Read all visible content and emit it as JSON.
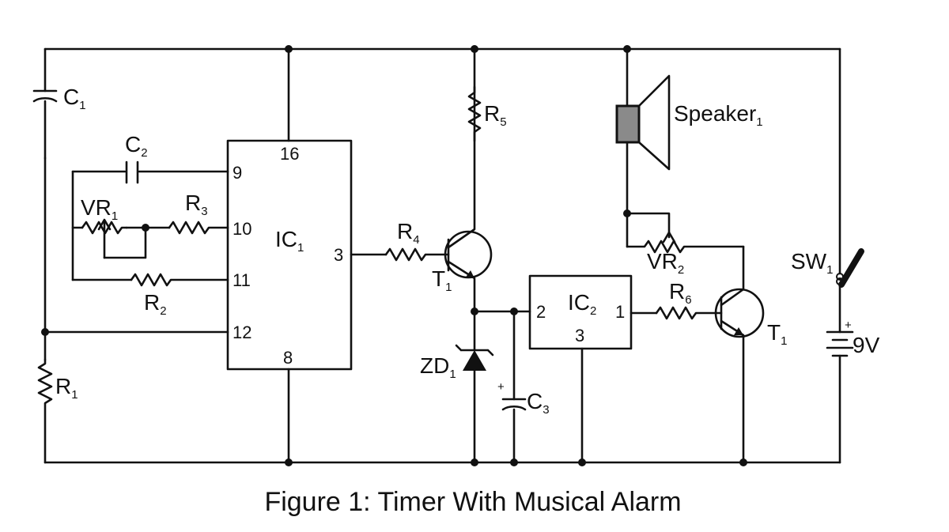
{
  "figure": {
    "caption": "Figure 1: Timer With Musical Alarm"
  },
  "components": {
    "c1": {
      "base": "C",
      "sub": "1"
    },
    "c2": {
      "base": "C",
      "sub": "2"
    },
    "c3": {
      "base": "C",
      "sub": "3",
      "polarity": "+"
    },
    "vr1": {
      "base": "VR",
      "sub": "1"
    },
    "vr2": {
      "base": "VR",
      "sub": "2"
    },
    "r1": {
      "base": "R",
      "sub": "1"
    },
    "r2": {
      "base": "R",
      "sub": "2"
    },
    "r3": {
      "base": "R",
      "sub": "3"
    },
    "r4": {
      "base": "R",
      "sub": "4"
    },
    "r5": {
      "base": "R",
      "sub": "5"
    },
    "r6": {
      "base": "R",
      "sub": "6"
    },
    "ic1": {
      "base": "IC",
      "sub": "1",
      "pins": {
        "p16": "16",
        "p9": "9",
        "p10": "10",
        "p11": "11",
        "p12": "12",
        "p3": "3",
        "p8": "8"
      }
    },
    "ic2": {
      "base": "IC",
      "sub": "2",
      "pins": {
        "p2": "2",
        "p1": "1",
        "p3": "3"
      }
    },
    "t1a": {
      "base": "T",
      "sub": "1"
    },
    "t1b": {
      "base": "T",
      "sub": "1"
    },
    "zd1": {
      "base": "ZD",
      "sub": "1"
    },
    "speaker": {
      "base": "Speaker",
      "sub": "1"
    },
    "sw1": {
      "base": "SW",
      "sub": "1"
    },
    "battery": {
      "label": "9V",
      "polarity": "+"
    }
  }
}
